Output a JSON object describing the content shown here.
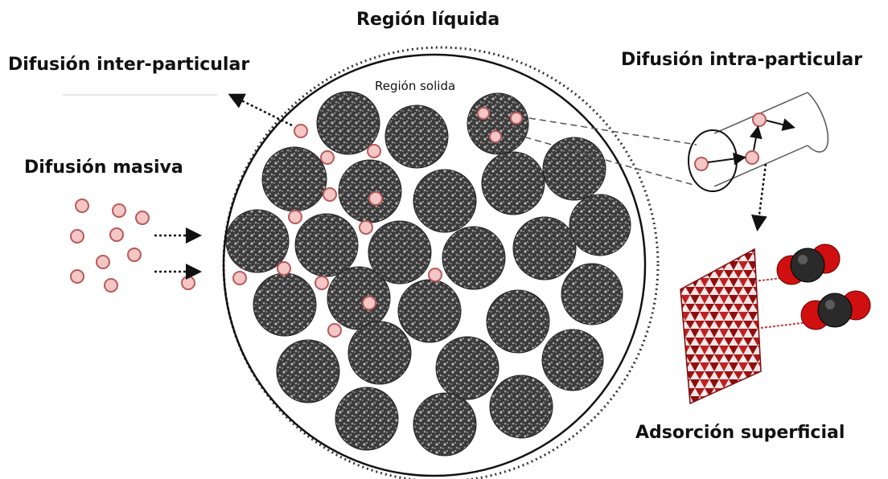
{
  "labels": {
    "liquid_region": "Región líquida",
    "solid_region": "Región solida",
    "inter_particle": "Difusión inter-particular",
    "intra_particle": "Difusión intra-particular",
    "bulk_diffusion": "Difusión masiva",
    "surface_adsorption": "Adsorción superficial"
  },
  "colors": {
    "particle_fill": "#f4c6c6",
    "particle_stroke": "#b85a5a",
    "pore_dark": "#3a3a3a",
    "mesh_red": "#b01818",
    "co2_oxygen": "#d01010",
    "co2_carbon": "#2a2a2a"
  }
}
